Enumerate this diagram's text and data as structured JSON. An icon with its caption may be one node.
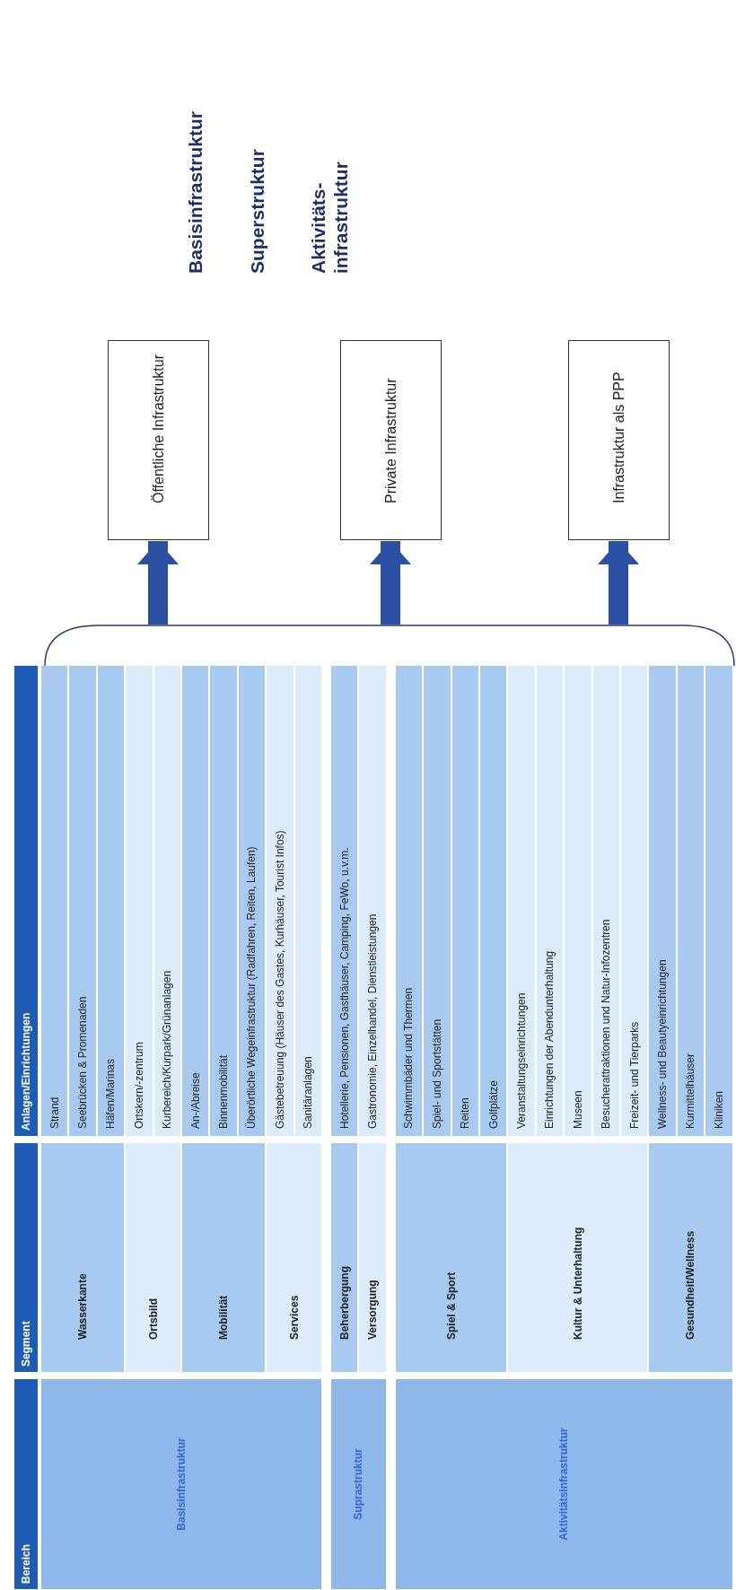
{
  "diagram": {
    "nodes": [
      {
        "text": [
          "Öffentliche Infrastruktur"
        ]
      },
      {
        "text": [
          "Private Infrastruktur"
        ]
      },
      {
        "text": [
          "Infrastruktur als PPP"
        ]
      },
      {
        "text": [],
        "shape": "bracket"
      }
    ],
    "edges": [
      {
        "from": 3,
        "to": 0,
        "arrow": "to"
      },
      {
        "from": 3,
        "to": 1,
        "arrow": "to"
      },
      {
        "from": 3,
        "to": 2,
        "arrow": "to"
      }
    ],
    "labels": [
      "Bereich",
      "Segment",
      "Anlagen/Einrichtungen",
      "Basisinfrastruktur",
      "Wasserkante",
      "Strand",
      "Seebrücken & Promenaden",
      "Häfen/Marinas",
      "Ortsbild",
      "Ortskern/-zentrum",
      "Kurbereich/Kurpark/Grünanlagen",
      "Mobilität",
      "An-/Abreise",
      "Binnenmobilität",
      "Überörtliche Wegeinfrastruktur (Radfahren, Reiten, Laufen)",
      "Services",
      "Gästebetreuung (Häuser des Gastes, Kurhäuser, Tourist Infos)",
      "Sanitäranlagen",
      "Suprastruktur",
      "Beherbergung",
      "Hotellerie, Pensionen, Gasthäuser, Camping, FeWo, u.v.m.",
      "Versorgung",
      "Gastronomie, Einzelhandel, Dienstleistungen",
      "Aktivitätsinfrastruktur",
      "Spiel & Sport",
      "Schwimmbäder und Thermen",
      "Spiel- und Sportstätten",
      "Reiten",
      "Golfplätze",
      "Kultur & Unterhaltung",
      "Veranstaltungseinrichtungen",
      "Einrichtungen der Abendunterhaltung",
      "Museen",
      "Besucherattraktionen und Natur-Infozentren",
      "Freizeit- und Tierparks",
      "Gesundheit/Wellness",
      "Wellness- und Beautyeinrichtungen",
      "Kurmittelhäuser",
      "Kliniken",
      "Basisinfrastruktur",
      "Superstruktur",
      "Aktivitäts- infrastruktur"
    ]
  }
}
